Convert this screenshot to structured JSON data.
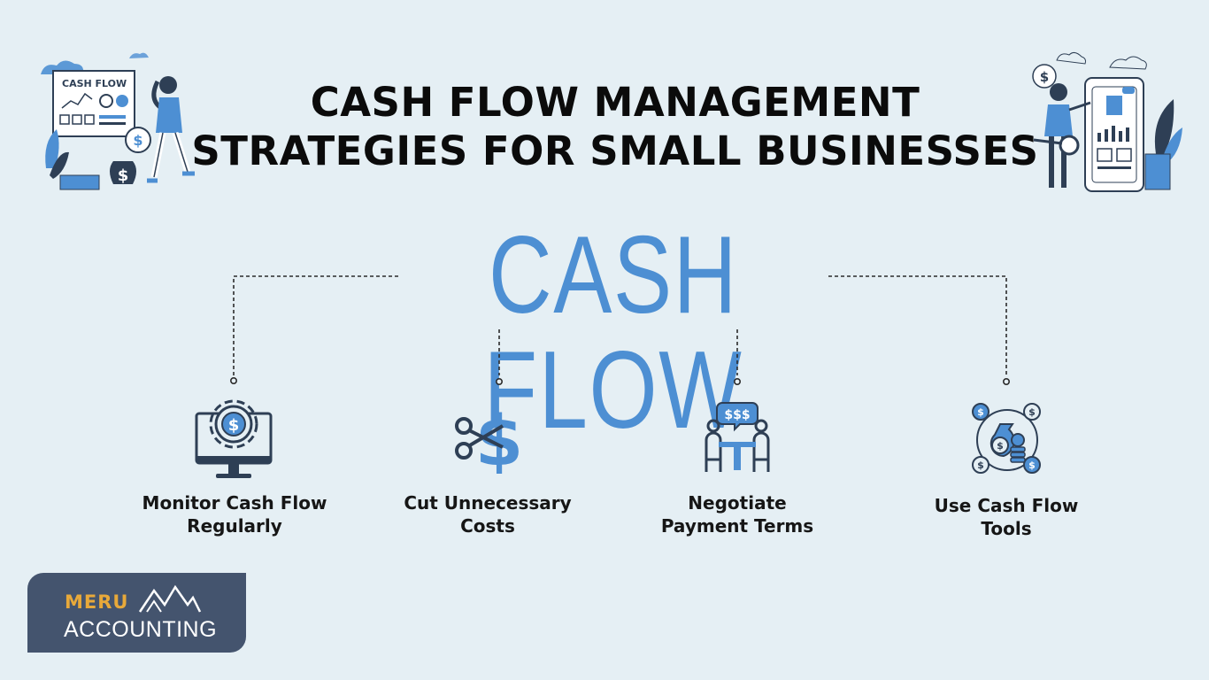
{
  "header": {
    "title_line1": "CASH FLOW MANAGEMENT",
    "title_line2": "STRATEGIES FOR SMALL BUSINESSES"
  },
  "hub": {
    "label": "CASH FLOW"
  },
  "strategies": [
    {
      "line1": "Monitor Cash Flow",
      "line2": "Regularly",
      "icon": "monitor-gear-dollar-icon"
    },
    {
      "line1": "Cut Unnecessary",
      "line2": "Costs",
      "icon": "scissors-dollar-icon"
    },
    {
      "line1": "Negotiate",
      "line2": "Payment Terms",
      "icon": "negotiation-table-icon"
    },
    {
      "line1": "Use Cash Flow",
      "line2": "Tools",
      "icon": "money-cycle-icon"
    }
  ],
  "illustrations": {
    "left_board_text": "CASH FLOW",
    "left_coin_symbol": "$",
    "right_bubble_symbol": "$"
  },
  "logo": {
    "top": "MERU",
    "bottom": "ACCOUNTING"
  },
  "colors": {
    "background": "#e5eff4",
    "accent_blue": "#4d8fd3",
    "icon_dark": "#2e3f55",
    "logo_bg": "#44546e",
    "logo_gold": "#e8a93a"
  }
}
